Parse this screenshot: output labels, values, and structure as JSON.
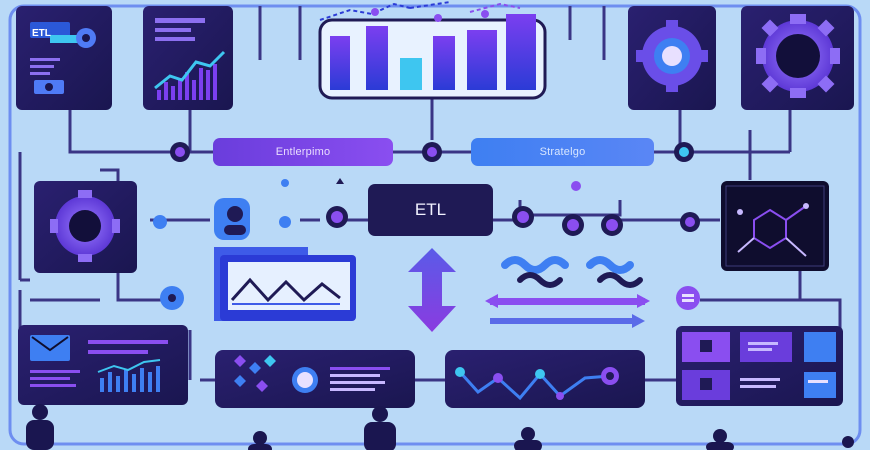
{
  "infographic": {
    "top_left_panel_label": "ETL",
    "enterprise_label": "Entlerpimo",
    "strategy_label": "Stratelgo",
    "etl_label": "ETL"
  },
  "colors": {
    "background": "#b9d9f7",
    "navy": "#1f1a55",
    "purple": "#6a3ddc",
    "violet": "#8a4ef0",
    "blue": "#3e7ff2",
    "light_text": "#f2f2ff"
  },
  "icons": [
    "gear-icon",
    "bar-chart-icon",
    "line-chart-icon",
    "envelope-icon",
    "molecule-icon",
    "arrow-icon",
    "person-icon"
  ]
}
